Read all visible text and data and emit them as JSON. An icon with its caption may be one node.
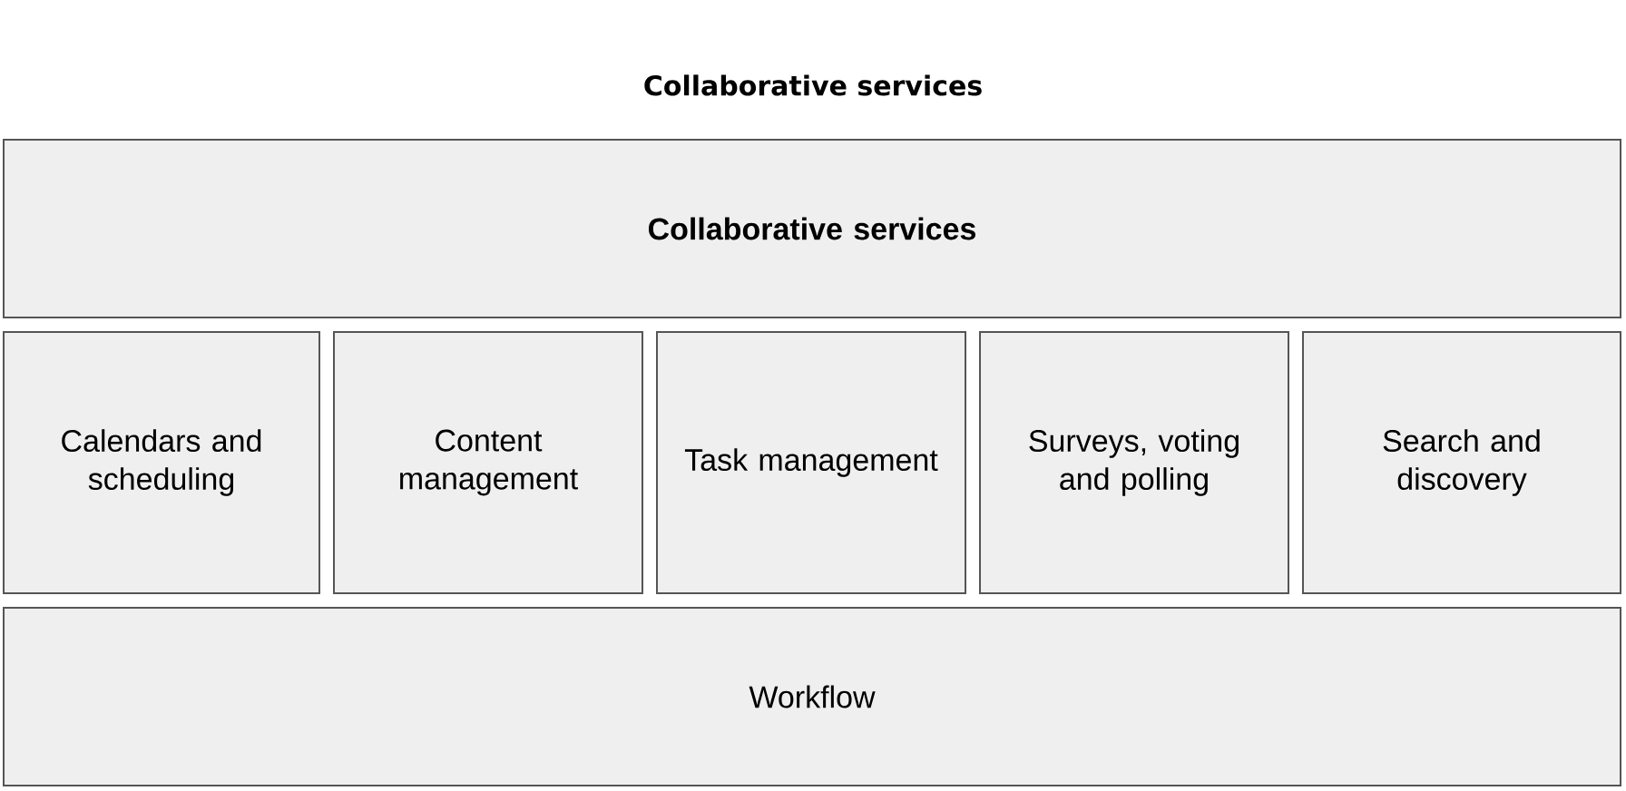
{
  "diagram": {
    "title": "Collaborative services",
    "nodes": [
      {
        "text": [
          "Collaborative services"
        ]
      },
      {
        "text": [
          "Calendars and scheduling"
        ]
      },
      {
        "text": [
          "Content management"
        ]
      },
      {
        "text": [
          "Task management"
        ]
      },
      {
        "text": [
          "Surveys, voting and polling"
        ]
      },
      {
        "text": [
          "Search and discovery"
        ]
      },
      {
        "text": [
          "Workflow"
        ]
      }
    ]
  }
}
